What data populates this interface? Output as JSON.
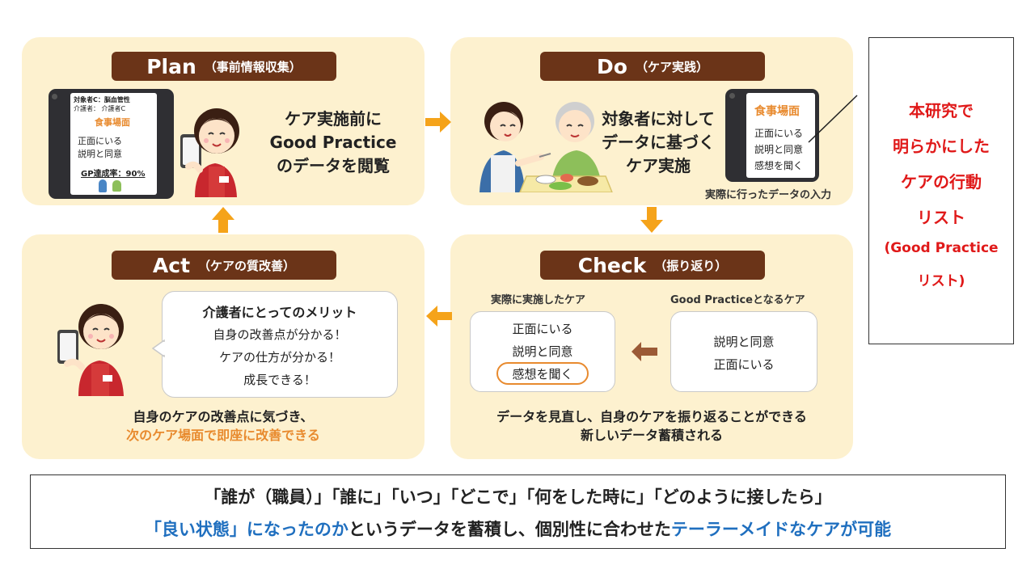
{
  "plan": {
    "title_en": "Plan",
    "title_jp": "（事前情報収集）",
    "text": [
      "ケア実施前に",
      "Good Practice",
      "のデータを閲覧"
    ],
    "tablet": {
      "line1": "対象者C：脳血管性",
      "line2": "介護者：  介護者C",
      "scene": "食事場面",
      "item1": "正面にいる",
      "item2": "説明と同意",
      "rate": "GP達成率：90%"
    }
  },
  "do": {
    "title_en": "Do",
    "title_jp": "（ケア実践）",
    "text": [
      "対象者に対して",
      "データに基づく",
      "ケア実施"
    ],
    "tablet": {
      "scene": "食事場面",
      "item1": "正面にいる",
      "item2": "説明と同意",
      "item3": "感想を聞く"
    },
    "caption": "実際に行ったデータの入力"
  },
  "check": {
    "title_en": "Check",
    "title_jp": "（振り返り）",
    "actual_label": "実際に実施したケア",
    "actual_items": [
      "正面にいる",
      "説明と同意",
      "感想を聞く"
    ],
    "gp_label": "Good Practiceとなるケア",
    "gp_items": [
      "説明と同意",
      "正面にいる"
    ],
    "text": [
      "データを見直し、自身のケアを振り返ることができる",
      "新しいデータ蓄積される"
    ]
  },
  "act": {
    "title_en": "Act",
    "title_jp": "（ケアの質改善）",
    "bubble": [
      "介護者にとってのメリット",
      "自身の改善点が分かる！",
      "ケアの仕方が分かる！",
      "成長できる！"
    ],
    "text1": "自身のケアの改善点に気づき、",
    "text2": "次のケア場面で即座に改善できる"
  },
  "side_box": {
    "lines": [
      "本研究で",
      "明らかにした",
      "ケアの行動",
      "リスト",
      "(Good Practice",
      "リスト)"
    ]
  },
  "bottom": {
    "line1": "「誰が（職員）」「誰に」「いつ」「どこで」「何をした時に」「どのように接したら」",
    "line2_blue1": "「良い状態」になったのか",
    "line2_black": "というデータを蓄積し、個別性に合わせた",
    "line2_blue2": "テーラーメイドなケアが可能"
  },
  "colors": {
    "panel_bg": "#fdf1cf",
    "title_bg": "#6b3418",
    "arrow": "#f5a31a",
    "brown_arrow": "#9b5a36",
    "highlight": "#e88a2e",
    "red": "#e01919",
    "blue": "#1f6fbf"
  }
}
